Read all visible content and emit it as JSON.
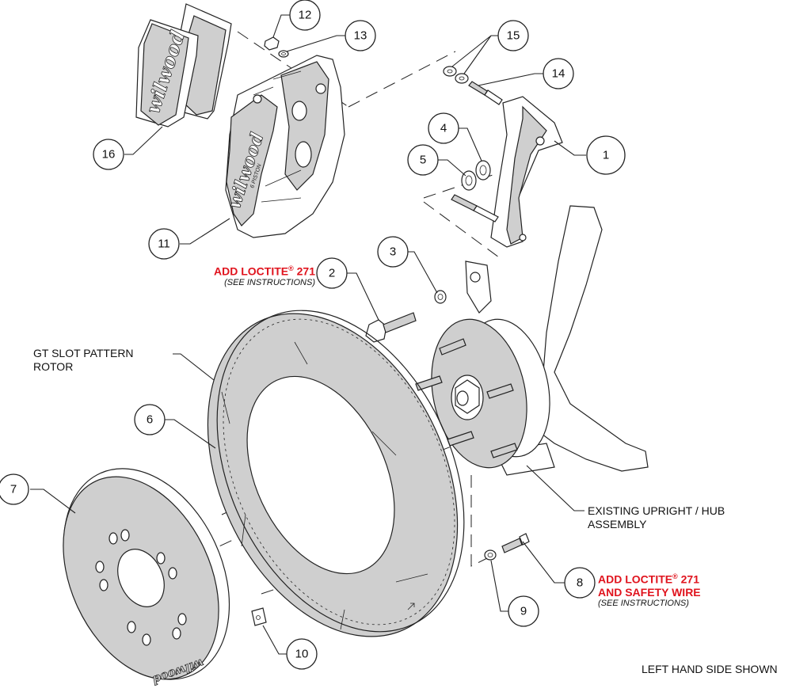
{
  "diagram": {
    "title": "Brake kit exploded assembly diagram",
    "brand_mark": "wilwood",
    "caliper_marking": "6 PISTON",
    "colors": {
      "warning_text": "#e0141e",
      "part_fill": "#cfcfcf",
      "line": "#222222"
    },
    "callouts": [
      {
        "id": "1",
        "part": "caliper-bracket"
      },
      {
        "id": "2",
        "part": "bracket-bolt"
      },
      {
        "id": "3",
        "part": "bolt-washer"
      },
      {
        "id": "4",
        "part": "shim-washer"
      },
      {
        "id": "5",
        "part": "shim-washer"
      },
      {
        "id": "6",
        "part": "rotor"
      },
      {
        "id": "7",
        "part": "rotor-hat"
      },
      {
        "id": "8",
        "part": "hat-bolt"
      },
      {
        "id": "9",
        "part": "hat-washer"
      },
      {
        "id": "10",
        "part": "t-nut"
      },
      {
        "id": "11",
        "part": "caliper"
      },
      {
        "id": "12",
        "part": "caliper-nut"
      },
      {
        "id": "13",
        "part": "caliper-washer"
      },
      {
        "id": "14",
        "part": "caliper-stud"
      },
      {
        "id": "15",
        "part": "stud-washers"
      },
      {
        "id": "16",
        "part": "brake-pads"
      }
    ],
    "labels": {
      "rotor_label_line1": "GT SLOT PATTERN",
      "rotor_label_line2": "ROTOR",
      "hub_label_line1": "EXISTING UPRIGHT / HUB",
      "hub_label_line2": "ASSEMBLY",
      "footer": "LEFT HAND SIDE SHOWN"
    },
    "notes": {
      "bolt_note_line1": "ADD LOCTITE",
      "bolt_note_reg": "®",
      "bolt_note_num": " 271",
      "bolt_note_sub": "(SEE INSTRUCTIONS)",
      "hat_note_line1": "ADD LOCTITE",
      "hat_note_reg": "®",
      "hat_note_num": " 271",
      "hat_note_line2": "AND SAFETY WIRE",
      "hat_note_sub": "(SEE INSTRUCTIONS)"
    }
  }
}
